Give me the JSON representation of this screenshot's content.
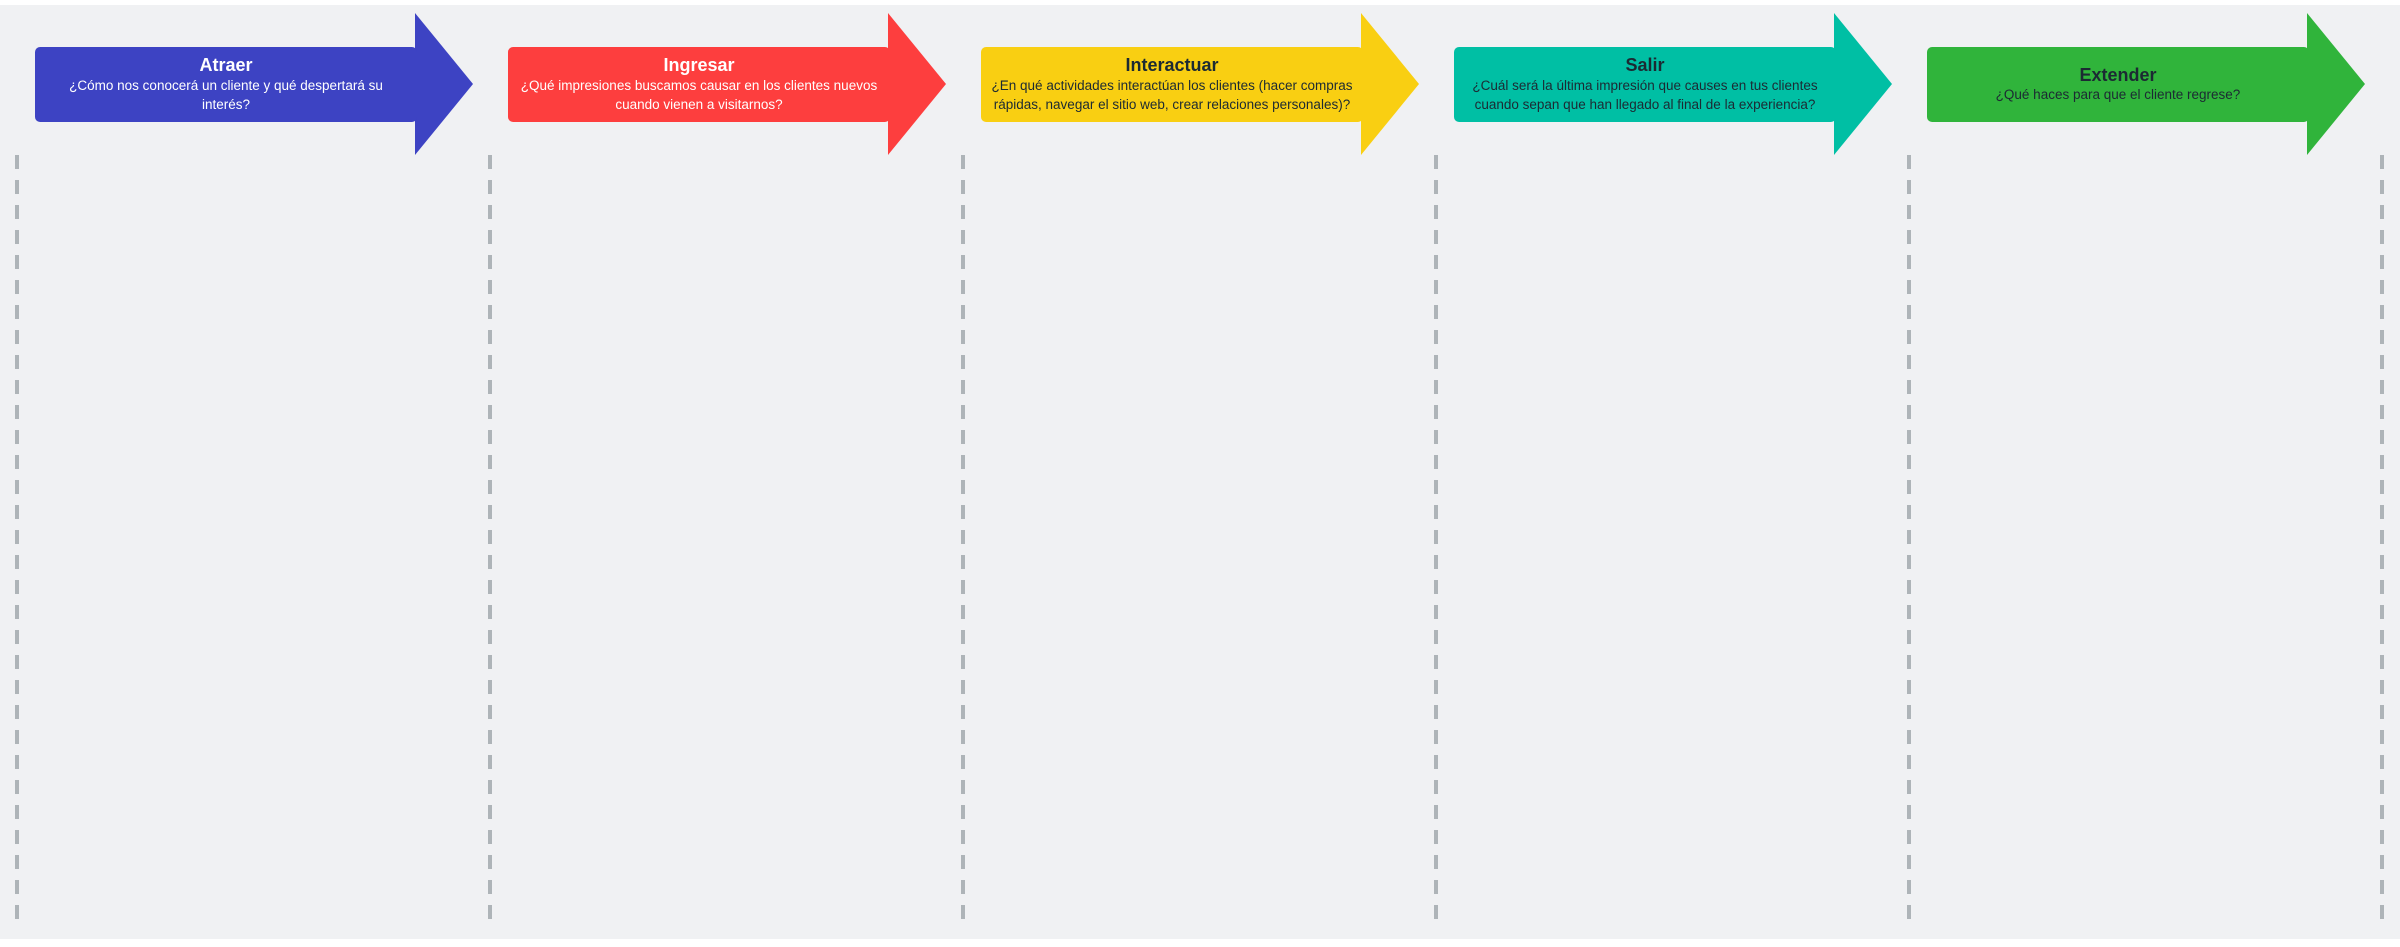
{
  "board": {
    "background_color": "#f0f1f3",
    "edge_color": "#ffffff",
    "divider_color": "#aeb4b8"
  },
  "stages": [
    {
      "title": "Atraer",
      "description": "¿Cómo nos conocerá un cliente y qué despertará su interés?",
      "color": "#3d43c3",
      "text_color": "#ffffff"
    },
    {
      "title": "Ingresar",
      "description": "¿Qué impresiones buscamos causar en los clientes nuevos cuando vienen a visitarnos?",
      "color": "#fd3e3e",
      "text_color": "#ffffff"
    },
    {
      "title": "Interactuar",
      "description": "¿En qué actividades interactúan los clientes (hacer compras rápidas, navegar el sitio web, crear relaciones personales)?",
      "color": "#f9cf12",
      "text_color": "#1c2a33"
    },
    {
      "title": "Salir",
      "description": "¿Cuál será la última impresión que causes en tus clientes cuando sepan que han llegado al final de la experiencia?",
      "color": "#00bfa4",
      "text_color": "#1c2a33"
    },
    {
      "title": "Extender",
      "description": "¿Qué haces para que el cliente regrese?",
      "color": "#30b43b",
      "text_color": "#1c2a33"
    }
  ]
}
